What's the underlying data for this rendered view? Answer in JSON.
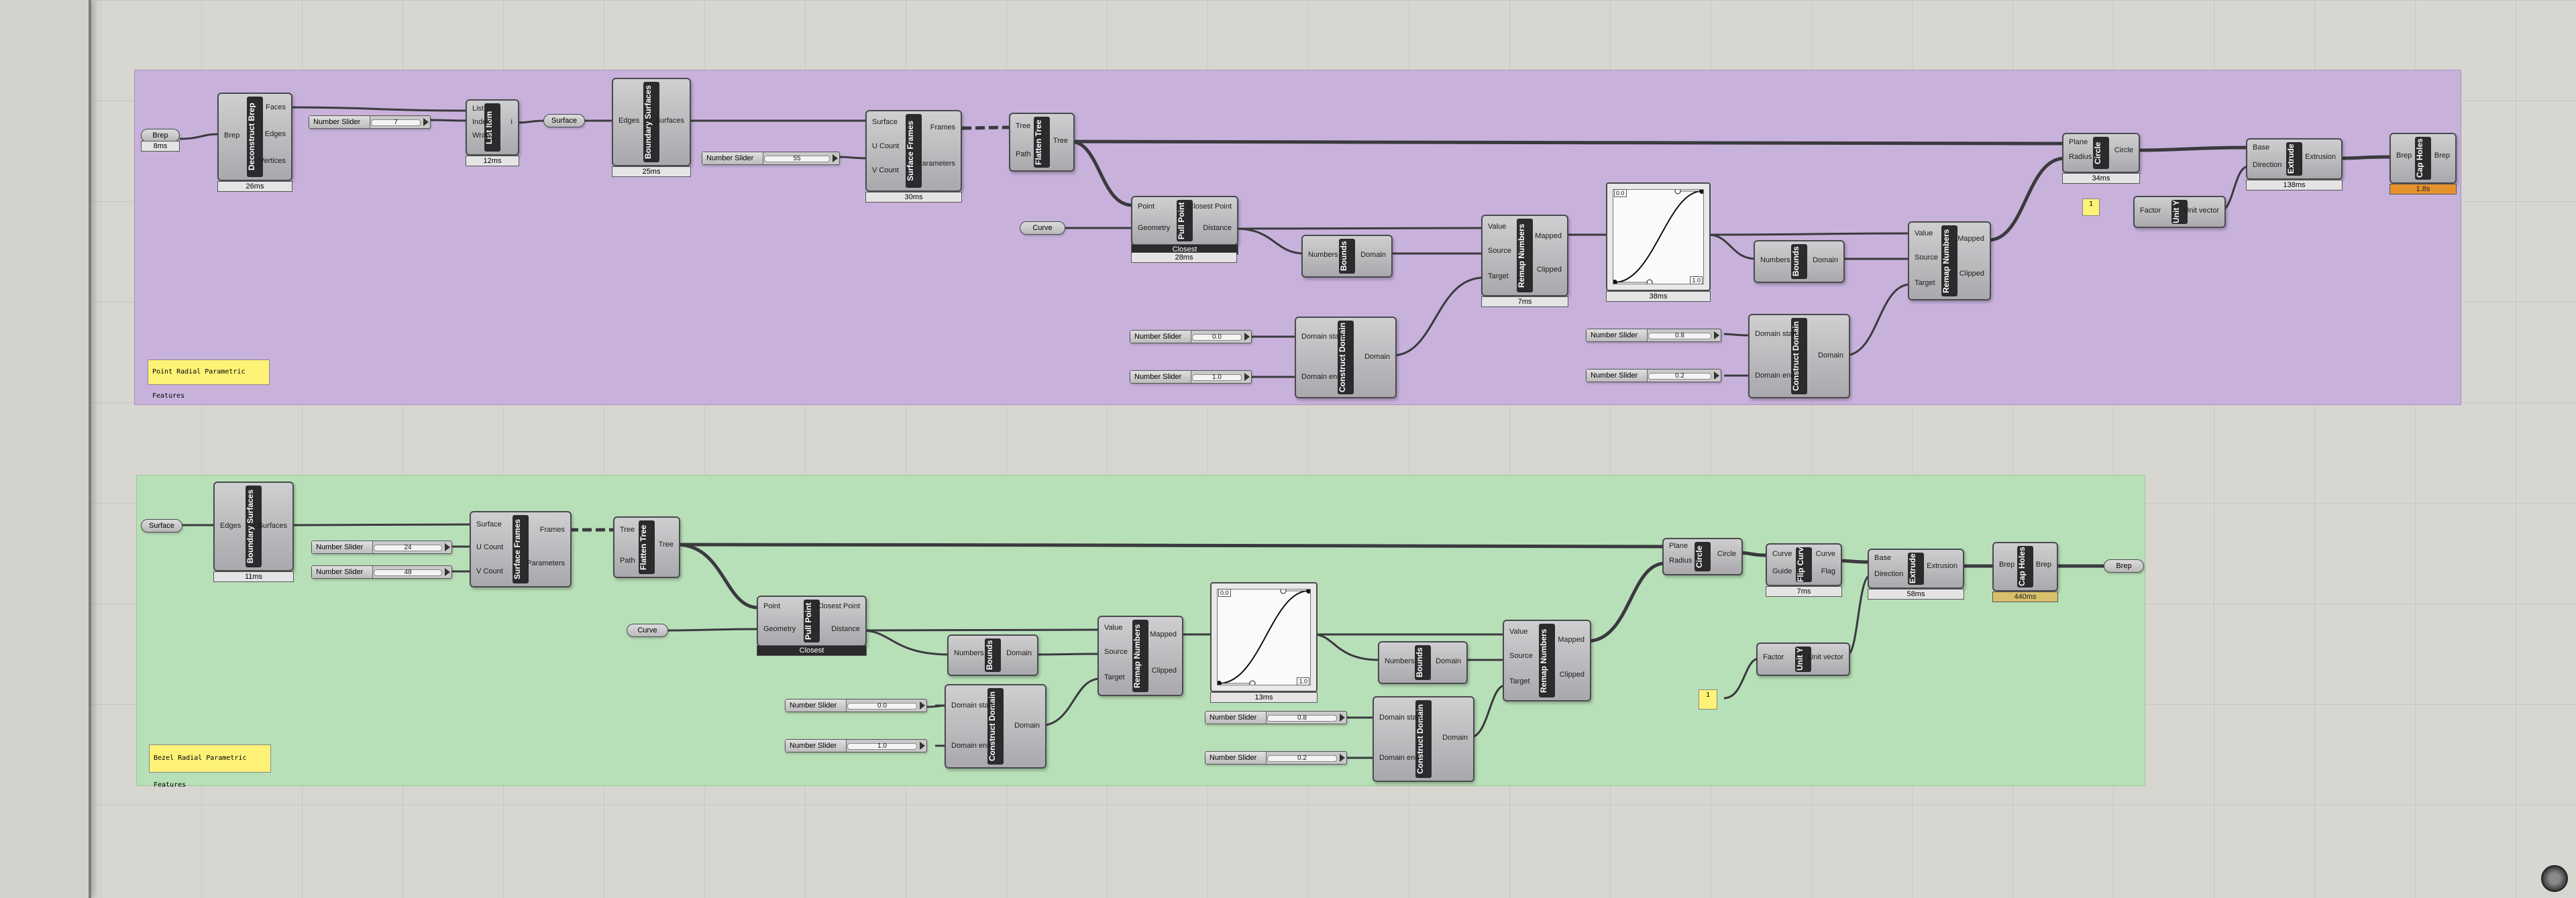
{
  "top": {
    "brep_param": "Brep",
    "brep_time": "8ms",
    "deconstruct": {
      "name": "Deconstruct Brep",
      "in": [
        "Brep"
      ],
      "out": [
        "Faces",
        "Edges",
        "Vertices"
      ],
      "time": "26ms"
    },
    "slider_index": {
      "label": "Number Slider",
      "value": "7"
    },
    "list_item": {
      "name": "List Item",
      "in": [
        "List",
        "Index",
        "Wrap"
      ],
      "out": [
        "i"
      ],
      "time": "12ms"
    },
    "surface_param": "Surface",
    "boundary": {
      "name": "Boundary Surfaces",
      "in": [
        "Edges"
      ],
      "out": [
        "Surfaces"
      ],
      "time": "25ms"
    },
    "slider_count": {
      "label": "Number Slider",
      "value": "55"
    },
    "frames": {
      "name": "Surface Frames",
      "in": [
        "Surface",
        "U Count",
        "V Count"
      ],
      "out": [
        "Frames",
        "Parameters"
      ],
      "time": "30ms"
    },
    "flatten": {
      "name": "Flatten Tree",
      "in": [
        "Tree",
        "Path"
      ],
      "out": [
        "Tree"
      ]
    },
    "curve_param": "Curve",
    "pull": {
      "name": "Pull Point",
      "in": [
        "Point",
        "Geometry"
      ],
      "out": [
        "Closest Point",
        "Distance"
      ],
      "mode": "Closest",
      "time": "28ms"
    },
    "bounds1": {
      "name": "Bounds",
      "in": [
        "Numbers"
      ],
      "out": [
        "Domain"
      ]
    },
    "slider_start": {
      "label": "Number Slider",
      "value": "0.0"
    },
    "slider_end": {
      "label": "Number Slider",
      "value": "1.0"
    },
    "construct1": {
      "name": "Construct Domain",
      "in": [
        "Domain start",
        "Domain end"
      ],
      "out": [
        "Domain"
      ]
    },
    "remap1": {
      "name": "Remap Numbers",
      "in": [
        "Value",
        "Source",
        "Target"
      ],
      "out": [
        "Mapped",
        "Clipped"
      ],
      "time": "7ms"
    },
    "graph": {
      "corner_tl": "0.0",
      "corner_br": "1.0",
      "time": "38ms"
    },
    "bounds2": {
      "name": "Bounds",
      "in": [
        "Numbers"
      ],
      "out": [
        "Domain"
      ]
    },
    "slider_a": {
      "label": "Number Slider",
      "value": "0.8"
    },
    "slider_b": {
      "label": "Number Slider",
      "value": "0.2"
    },
    "construct2": {
      "name": "Construct Domain",
      "in": [
        "Domain start",
        "Domain end"
      ],
      "out": [
        "Domain"
      ]
    },
    "remap2": {
      "name": "Remap Numbers",
      "in": [
        "Value",
        "Source",
        "Target"
      ],
      "out": [
        "Mapped",
        "Clipped"
      ]
    },
    "circle": {
      "name": "Circle",
      "in": [
        "Plane",
        "Radius"
      ],
      "out": [
        "Circle"
      ],
      "time": "34ms"
    },
    "panel_small": "1",
    "unit": {
      "name": "Unit Y",
      "in": [
        "Factor"
      ],
      "out": [
        "Unit vector"
      ]
    },
    "extrude": {
      "name": "Extrude",
      "in": [
        "Base",
        "Direction"
      ],
      "out": [
        "Extrusion"
      ],
      "time": "138ms"
    },
    "cap": {
      "name": "Cap Holes",
      "in": [
        "Brep"
      ],
      "out": [
        "Brep"
      ],
      "time": "1.8s"
    },
    "note": "Point Radial Parametric Features"
  },
  "bottom": {
    "surface_param": "Surface",
    "boundary": {
      "name": "Boundary Surfaces",
      "in": [
        "Edges"
      ],
      "out": [
        "Surfaces"
      ],
      "time": "11ms"
    },
    "slider_u": {
      "label": "Number Slider",
      "value": "24"
    },
    "slider_v": {
      "label": "Number Slider",
      "value": "48"
    },
    "frames": {
      "name": "Surface Frames",
      "in": [
        "Surface",
        "U Count",
        "V Count"
      ],
      "out": [
        "Frames",
        "Parameters"
      ]
    },
    "flatten": {
      "name": "Flatten Tree",
      "in": [
        "Tree",
        "Path"
      ],
      "out": [
        "Tree"
      ]
    },
    "curve_param": "Curve",
    "pull": {
      "name": "Pull Point",
      "in": [
        "Point",
        "Geometry"
      ],
      "out": [
        "Closest Point",
        "Distance"
      ],
      "mode": "Closest"
    },
    "bounds1": {
      "name": "Bounds",
      "in": [
        "Numbers"
      ],
      "out": [
        "Domain"
      ]
    },
    "slider_start": {
      "label": "Number Slider",
      "value": "0.0"
    },
    "slider_end": {
      "label": "Number Slider",
      "value": "1.0"
    },
    "construct1": {
      "name": "Construct Domain",
      "in": [
        "Domain start",
        "Domain end"
      ],
      "out": [
        "Domain"
      ]
    },
    "remap1": {
      "name": "Remap Numbers",
      "in": [
        "Value",
        "Source",
        "Target"
      ],
      "out": [
        "Mapped",
        "Clipped"
      ]
    },
    "graph": {
      "corner_tl": "0.0",
      "corner_br": "1.0",
      "time": "13ms"
    },
    "bounds2": {
      "name": "Bounds",
      "in": [
        "Numbers"
      ],
      "out": [
        "Domain"
      ]
    },
    "slider_a": {
      "label": "Number Slider",
      "value": "0.8"
    },
    "slider_b": {
      "label": "Number Slider",
      "value": "0.2"
    },
    "construct2": {
      "name": "Construct Domain",
      "in": [
        "Domain start",
        "Domain end"
      ],
      "out": [
        "Domain"
      ]
    },
    "remap2": {
      "name": "Remap Numbers",
      "in": [
        "Value",
        "Source",
        "Target"
      ],
      "out": [
        "Mapped",
        "Clipped"
      ]
    },
    "circle": {
      "name": "Circle",
      "in": [
        "Plane",
        "Radius"
      ],
      "out": [
        "Circle"
      ]
    },
    "flip": {
      "name": "Flip Curve",
      "in": [
        "Curve",
        "Guide"
      ],
      "out": [
        "Curve",
        "Flag"
      ],
      "time": "7ms"
    },
    "panel_small": "1",
    "unit": {
      "name": "Unit Y",
      "in": [
        "Factor"
      ],
      "out": [
        "Unit vector"
      ]
    },
    "extrude": {
      "name": "Extrude",
      "in": [
        "Base",
        "Direction"
      ],
      "out": [
        "Extrusion"
      ],
      "time": "58ms"
    },
    "cap": {
      "name": "Cap Holes",
      "in": [
        "Brep"
      ],
      "out": [
        "Brep"
      ],
      "time": "440ms"
    },
    "brep_param": "Brep",
    "note": "Bezel Radial Parametric Features"
  },
  "colors": {
    "group_top": "#c8b2dc",
    "group_bottom": "#b8e0b8",
    "wire": "#3a3a3e",
    "panel": "#fdf276"
  }
}
